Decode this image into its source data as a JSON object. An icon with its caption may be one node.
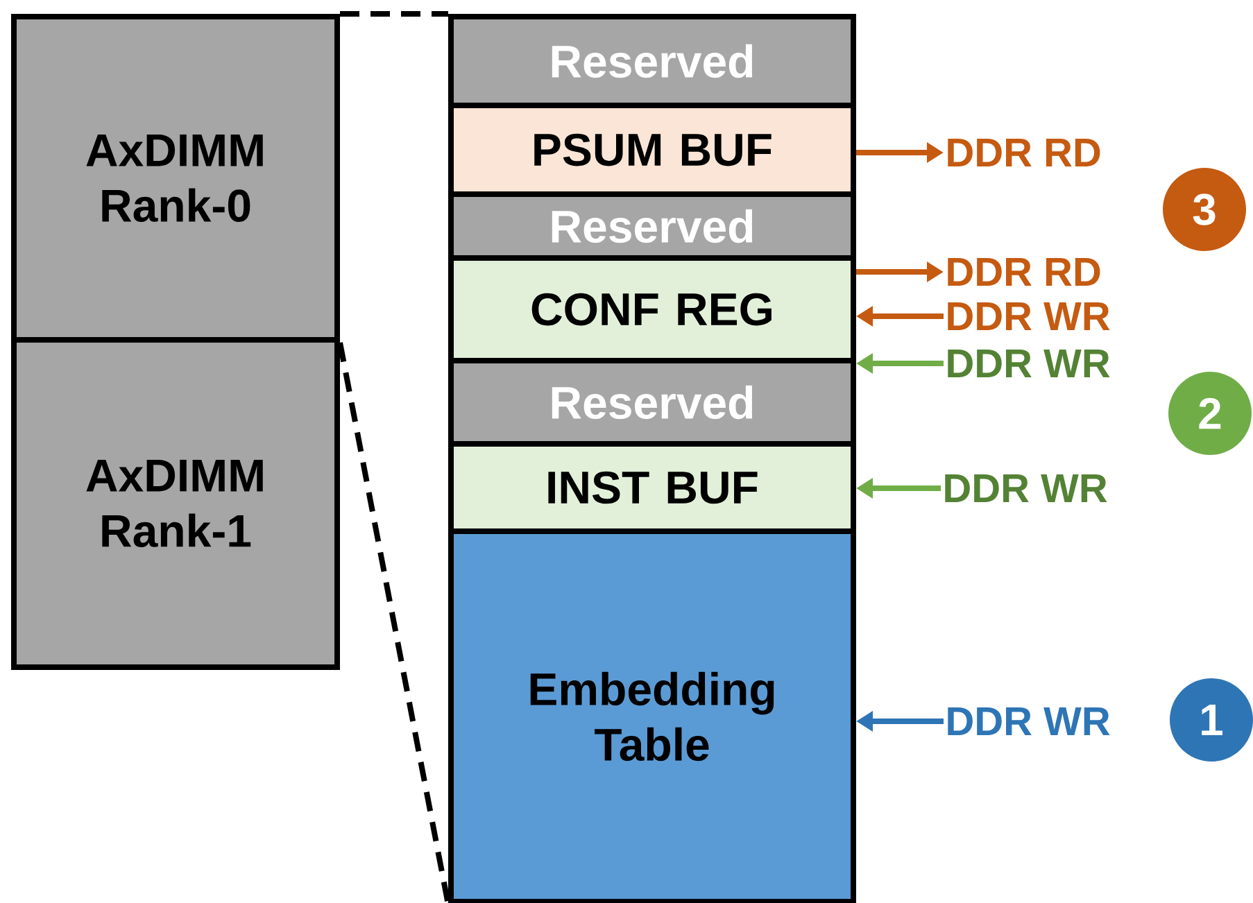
{
  "diagram": {
    "nodes": [
      {
        "text": [
          "AxDIMM Rank-0"
        ]
      },
      {
        "text": [
          "AxDIMM Rank-1"
        ]
      },
      {
        "text": [
          "Reserved"
        ]
      },
      {
        "text": [
          "PSUM BUF"
        ]
      },
      {
        "text": [
          "Reserved"
        ]
      },
      {
        "text": [
          "CONF REG"
        ]
      },
      {
        "text": [
          "Reserved"
        ]
      },
      {
        "text": [
          "INST BUF"
        ]
      },
      {
        "text": [
          "Embedding Table"
        ]
      },
      {
        "text": [
          "DDR RD"
        ]
      },
      {
        "text": [
          "DDR RD"
        ]
      },
      {
        "text": [
          "DDR WR"
        ]
      },
      {
        "text": [
          "DDR WR"
        ]
      },
      {
        "text": [
          "DDR WR"
        ]
      },
      {
        "text": [
          "DDR WR"
        ]
      },
      {
        "text": [
          "3"
        ]
      },
      {
        "text": [
          "2"
        ]
      },
      {
        "text": [
          "1"
        ]
      }
    ],
    "edges": [
      {
        "from": 0,
        "to": 2,
        "arrow": "none",
        "style": "dashed",
        "color": "#000000"
      },
      {
        "from": 0,
        "to": 8,
        "arrow": "none",
        "style": "dashed",
        "color": "#000000"
      },
      {
        "from": 3,
        "to": 9,
        "arrow": "to",
        "color": "#c55a11"
      },
      {
        "from": 5,
        "to": 10,
        "arrow": "to",
        "color": "#c55a11"
      },
      {
        "from": 11,
        "to": 5,
        "arrow": "to",
        "color": "#c55a11"
      },
      {
        "from": 12,
        "to": 5,
        "arrow": "to",
        "color": "#70ad47"
      },
      {
        "from": 13,
        "to": 7,
        "arrow": "to",
        "color": "#70ad47"
      },
      {
        "from": 14,
        "to": 8,
        "arrow": "to",
        "color": "#2e75b6"
      }
    ]
  }
}
